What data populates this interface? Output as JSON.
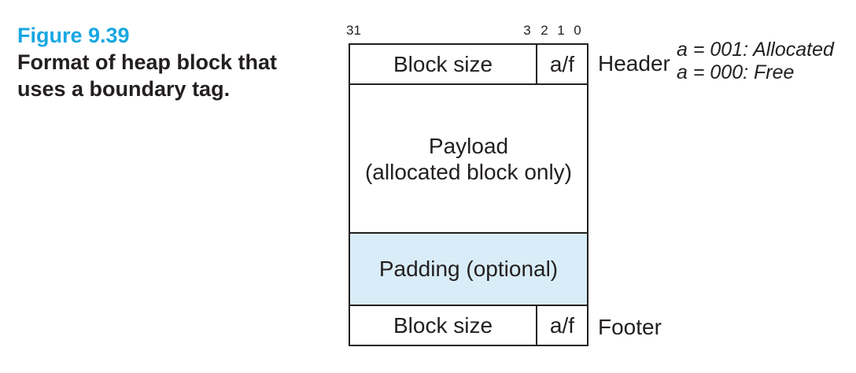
{
  "caption": {
    "figure_label": "Figure 9.39",
    "title_line1": "Format of heap block that",
    "title_line2": "uses a boundary tag."
  },
  "bit_ruler": {
    "left_bit": "31",
    "right_bits": [
      "3",
      "2",
      "1",
      "0"
    ]
  },
  "block": {
    "header": {
      "size_label": "Block size",
      "flag_label": "a/f",
      "side_label": "Header"
    },
    "payload": {
      "line1": "Payload",
      "line2": "(allocated block only)"
    },
    "padding": {
      "label": "Padding (optional)"
    },
    "footer": {
      "size_label": "Block size",
      "flag_label": "a/f",
      "side_label": "Footer"
    }
  },
  "legend": {
    "line1": "a = 001: Allocated",
    "line2": "a = 000: Free"
  },
  "colors": {
    "figure_label_blue": "#18a7e2",
    "text": "#231f20",
    "line": "#231f20",
    "padding_fill": "#d9edf8"
  }
}
